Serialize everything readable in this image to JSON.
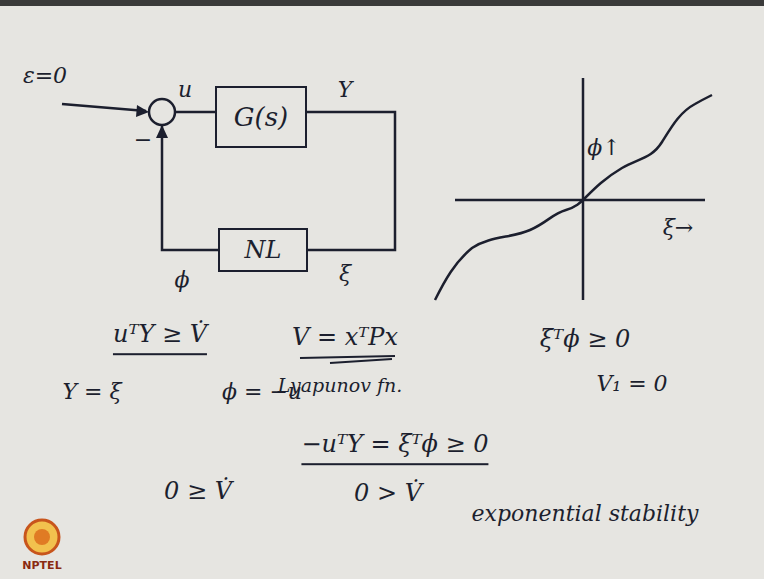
{
  "diagram": {
    "nodes": [
      {
        "text": [
          "G(s)"
        ]
      },
      {
        "text": [
          "NL"
        ]
      }
    ],
    "edges": [
      {
        "from": 0,
        "to": 1,
        "arrow": "none"
      },
      {
        "from": 1,
        "to": 0,
        "arrow": "to"
      }
    ],
    "labels": [
      "ε=0",
      "−",
      "u",
      "Y",
      "ξ",
      "ϕ",
      "ϕ↑",
      "ξ→",
      "uᵀY ≥ V̇",
      "V = xᵀPx",
      "Lyapunov fn.",
      "ξᵀϕ ≥ 0",
      "V₁ = 0",
      "Y = ξ",
      "ϕ = −u",
      "−uᵀY = ξᵀϕ ≥ 0",
      "0 ≥ V̇",
      "0 > V̇",
      "exponential stability",
      "NPTEL"
    ]
  }
}
